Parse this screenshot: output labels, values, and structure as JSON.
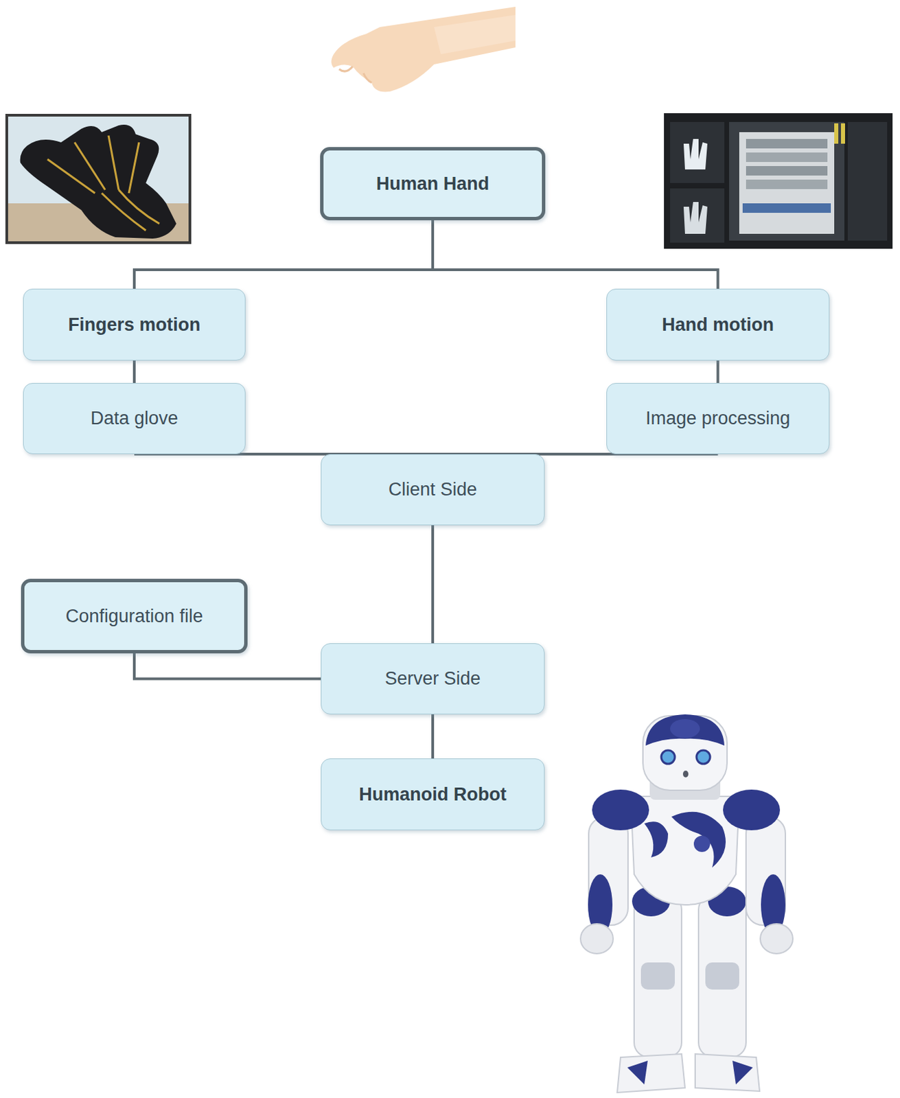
{
  "diagram": {
    "nodes": [
      {
        "text": [
          "Human Hand"
        ]
      },
      {
        "text": [
          "Fingers motion"
        ]
      },
      {
        "text": [
          "Hand motion"
        ]
      },
      {
        "text": [
          "Data glove"
        ]
      },
      {
        "text": [
          "Image processing"
        ]
      },
      {
        "text": [
          "Client Side"
        ]
      },
      {
        "text": [
          "Configuration file"
        ]
      },
      {
        "text": [
          "Server Side"
        ]
      },
      {
        "text": [
          "Humanoid Robot"
        ]
      }
    ],
    "edges": [
      {
        "from": 0,
        "to": 1,
        "arrow": "none"
      },
      {
        "from": 0,
        "to": 2,
        "arrow": "none"
      },
      {
        "from": 1,
        "to": 3,
        "arrow": "none"
      },
      {
        "from": 2,
        "to": 4,
        "arrow": "none"
      },
      {
        "from": 3,
        "to": 5,
        "arrow": "none"
      },
      {
        "from": 4,
        "to": 5,
        "arrow": "none"
      },
      {
        "from": 5,
        "to": 7,
        "arrow": "none"
      },
      {
        "from": 6,
        "to": 7,
        "arrow": "none"
      },
      {
        "from": 7,
        "to": 8,
        "arrow": "none"
      }
    ]
  }
}
